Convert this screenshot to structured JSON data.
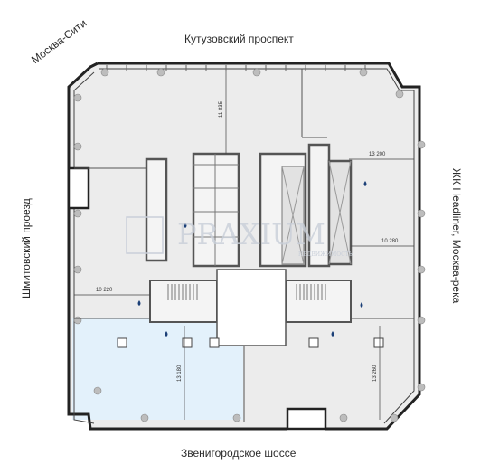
{
  "streets": {
    "top": "Кутузовский проспект",
    "top_left": "Москва-Сити",
    "left": "Шмитовский проезд",
    "right": "ЖК Headliner, Москва-река",
    "bottom": "Звенигородское шоссе"
  },
  "dimensions": {
    "d_top": "11 835",
    "d_right_top": "13 200",
    "d_right_mid": "10 280",
    "d_left": "10 220",
    "d_bottom_left": "13 180",
    "d_bottom_right": "13 260"
  },
  "watermark": {
    "brand": "PRAXIUM",
    "tagline": "НЕДВИЖИМОСТЬ"
  },
  "colors": {
    "wall": "#222222",
    "floor": "#ececec",
    "highlight": "#e3f1fb",
    "core": "#f4f4f4",
    "drop": "#1b3f77"
  }
}
